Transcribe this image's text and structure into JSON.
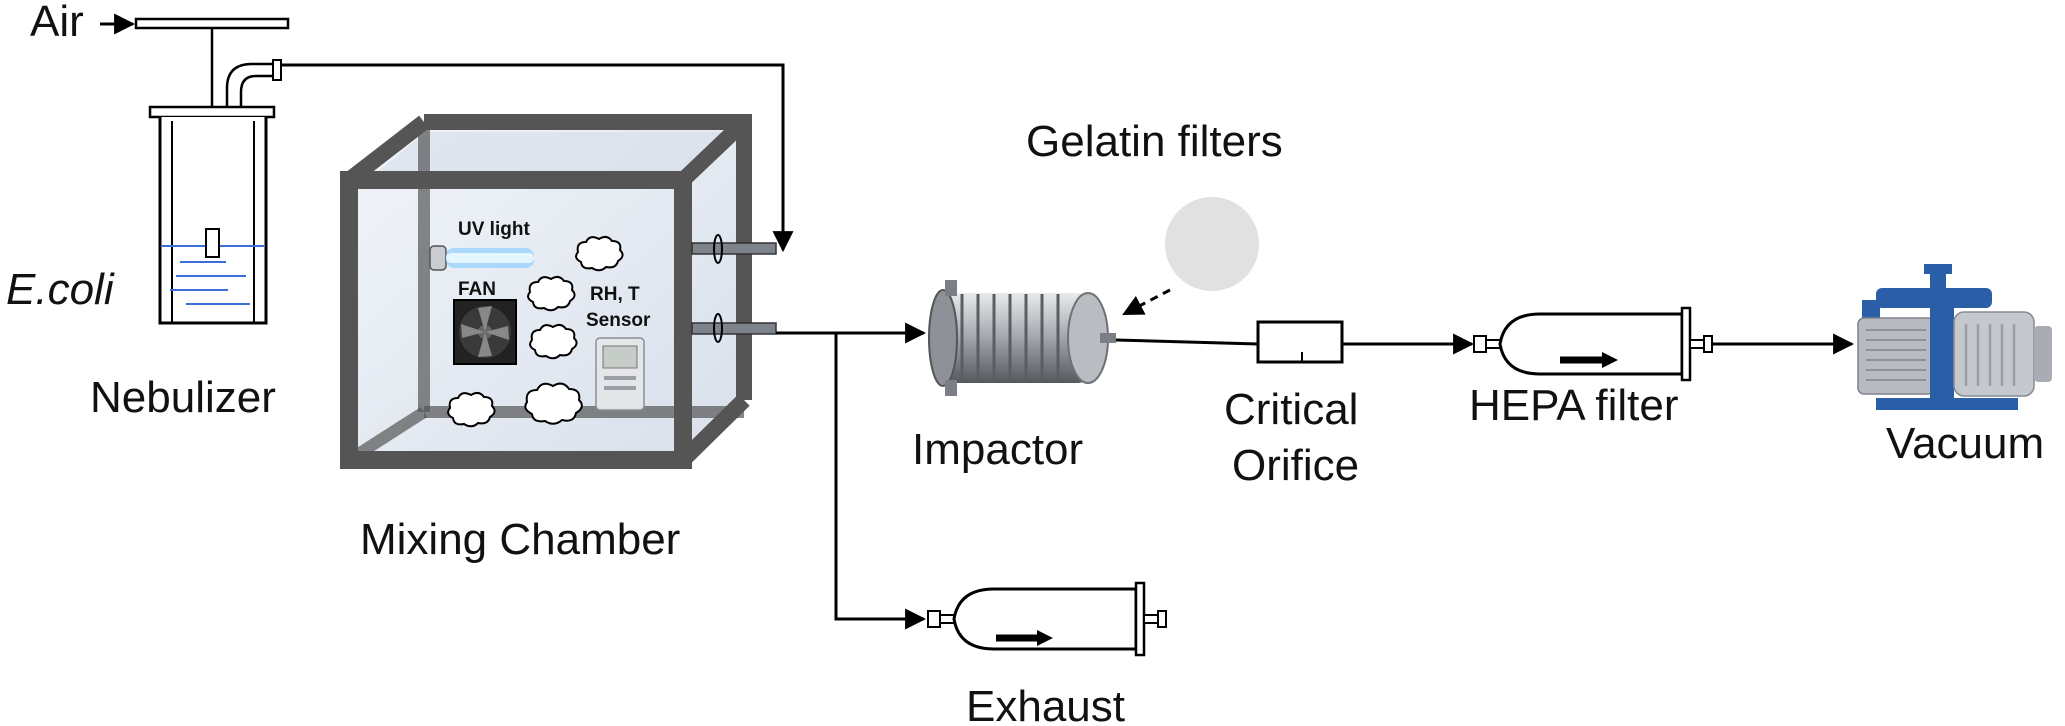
{
  "labels": {
    "air": "Air",
    "ecoli": "E.coli",
    "nebulizer": "Nebulizer",
    "uv_light": "UV light",
    "fan": "FAN",
    "rh_t": "RH, T",
    "sensor": "Sensor",
    "mixing_chamber": "Mixing Chamber",
    "gelatin_filters": "Gelatin filters",
    "impactor": "Impactor",
    "critical": "Critical",
    "orifice": "Orifice",
    "hepa_filter": "HEPA filter",
    "vacuum": "Vacuum",
    "exhaust": "Exhaust"
  },
  "colors": {
    "frame": "#555555",
    "glass": "#dde5f0",
    "liquid_line": "#3a6fd8",
    "uv_glow": "#8fd0ff",
    "pump_blue": "#2a5fa8",
    "pump_grey": "#b8bcc2",
    "metal": "#9a9ea4"
  }
}
